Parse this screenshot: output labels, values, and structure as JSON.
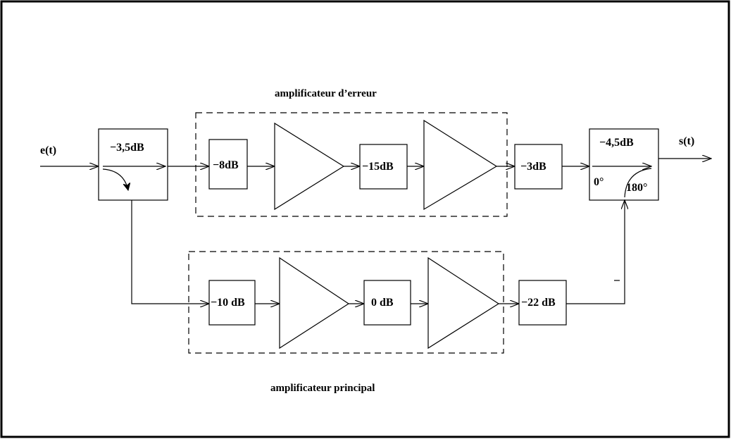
{
  "input_label": "e(t)",
  "output_label": "s(t)",
  "error_amplifier_title": "amplificateur d’erreur",
  "main_amplifier_title": "amplificateur principal",
  "splitter": {
    "label": "−3,5dB"
  },
  "combiner": {
    "label": "−4,5dB",
    "port_0": "0°",
    "port_180": "180°"
  },
  "error_path": {
    "attenuator_1": "−8dB",
    "attenuator_2": "−15dB",
    "attenuator_3": "−3dB"
  },
  "main_path": {
    "attenuator_1": "−10 dB",
    "attenuator_2": "0 dB",
    "attenuator_3": "−22 dB"
  }
}
